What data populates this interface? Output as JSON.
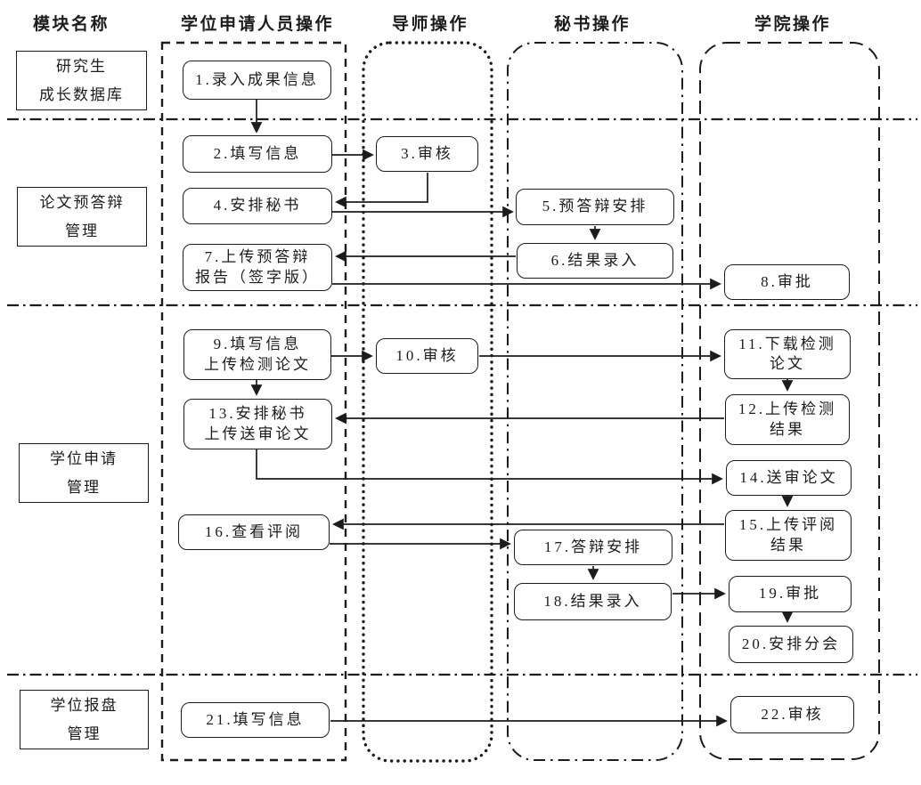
{
  "columns": [
    {
      "label": "模块名称"
    },
    {
      "label": "学位申请人员操作"
    },
    {
      "label": "导师操作"
    },
    {
      "label": "秘书操作"
    },
    {
      "label": "学院操作"
    }
  ],
  "modules": [
    {
      "label": "研究生\n成长数据库"
    },
    {
      "label": "论文预答辩\n管理"
    },
    {
      "label": "学位申请\n管理"
    },
    {
      "label": "学位报盘\n管理"
    }
  ],
  "steps": [
    {
      "id": "1",
      "label": "1.录入成果信息",
      "lane": "学位申请人员操作"
    },
    {
      "id": "2",
      "label": "2.填写信息",
      "lane": "学位申请人员操作"
    },
    {
      "id": "3",
      "label": "3.审核",
      "lane": "导师操作"
    },
    {
      "id": "4",
      "label": "4.安排秘书",
      "lane": "学位申请人员操作"
    },
    {
      "id": "5",
      "label": "5.预答辩安排",
      "lane": "秘书操作"
    },
    {
      "id": "6",
      "label": "6.结果录入",
      "lane": "秘书操作"
    },
    {
      "id": "7",
      "label": "7.上传预答辩\n报告（签字版）",
      "lane": "学位申请人员操作"
    },
    {
      "id": "8",
      "label": "8.审批",
      "lane": "学院操作"
    },
    {
      "id": "9",
      "label": "9.填写信息\n上传检测论文",
      "lane": "学位申请人员操作"
    },
    {
      "id": "10",
      "label": "10.审核",
      "lane": "导师操作"
    },
    {
      "id": "11",
      "label": "11.下载检测\n论文",
      "lane": "学院操作"
    },
    {
      "id": "12",
      "label": "12.上传检测\n结果",
      "lane": "学院操作"
    },
    {
      "id": "13",
      "label": "13.安排秘书\n上传送审论文",
      "lane": "学位申请人员操作"
    },
    {
      "id": "14",
      "label": "14.送审论文",
      "lane": "学院操作"
    },
    {
      "id": "15",
      "label": "15.上传评阅\n结果",
      "lane": "学院操作"
    },
    {
      "id": "16",
      "label": "16.查看评阅",
      "lane": "学位申请人员操作"
    },
    {
      "id": "17",
      "label": "17.答辩安排",
      "lane": "秘书操作"
    },
    {
      "id": "18",
      "label": "18.结果录入",
      "lane": "秘书操作"
    },
    {
      "id": "19",
      "label": "19.审批",
      "lane": "学院操作"
    },
    {
      "id": "20",
      "label": "20.安排分会",
      "lane": "学院操作"
    },
    {
      "id": "21",
      "label": "21.填写信息",
      "lane": "学位申请人员操作"
    },
    {
      "id": "22",
      "label": "22.审核",
      "lane": "学院操作"
    }
  ],
  "flows": [
    {
      "from": "1",
      "to": "2"
    },
    {
      "from": "2",
      "to": "3"
    },
    {
      "from": "3",
      "to": "4"
    },
    {
      "from": "4",
      "to": "5"
    },
    {
      "from": "5",
      "to": "6"
    },
    {
      "from": "6",
      "to": "7"
    },
    {
      "from": "7",
      "to": "8"
    },
    {
      "from": "9",
      "to": "10"
    },
    {
      "from": "9",
      "to": "13"
    },
    {
      "from": "10",
      "to": "11"
    },
    {
      "from": "11",
      "to": "12"
    },
    {
      "from": "12",
      "to": "13"
    },
    {
      "from": "13",
      "to": "14"
    },
    {
      "from": "14",
      "to": "15"
    },
    {
      "from": "15",
      "to": "16"
    },
    {
      "from": "16",
      "to": "17"
    },
    {
      "from": "17",
      "to": "18"
    },
    {
      "from": "18",
      "to": "19"
    },
    {
      "from": "19",
      "to": "20"
    },
    {
      "from": "21",
      "to": "22"
    }
  ],
  "colors": {
    "line": "#1c1c1c",
    "text": "#1c1c1c",
    "background": "#ffffff"
  }
}
